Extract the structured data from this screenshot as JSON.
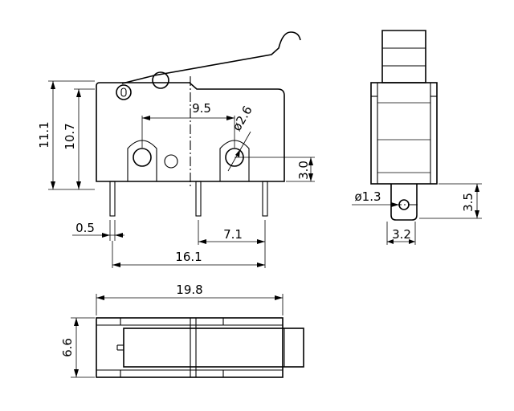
{
  "dimensions": {
    "height_total": "11.1",
    "height_body": "10.7",
    "hole_spacing": "9.5",
    "hole_diameter": "ø2.6",
    "hole_offset": "3.0",
    "pin_thickness": "0.5",
    "pin_spacing": "7.1",
    "pin_span": "16.1",
    "length": "19.8",
    "width": "6.6",
    "terminal_hole": "ø1.3",
    "terminal_length": "3.5",
    "terminal_width": "3.2"
  }
}
